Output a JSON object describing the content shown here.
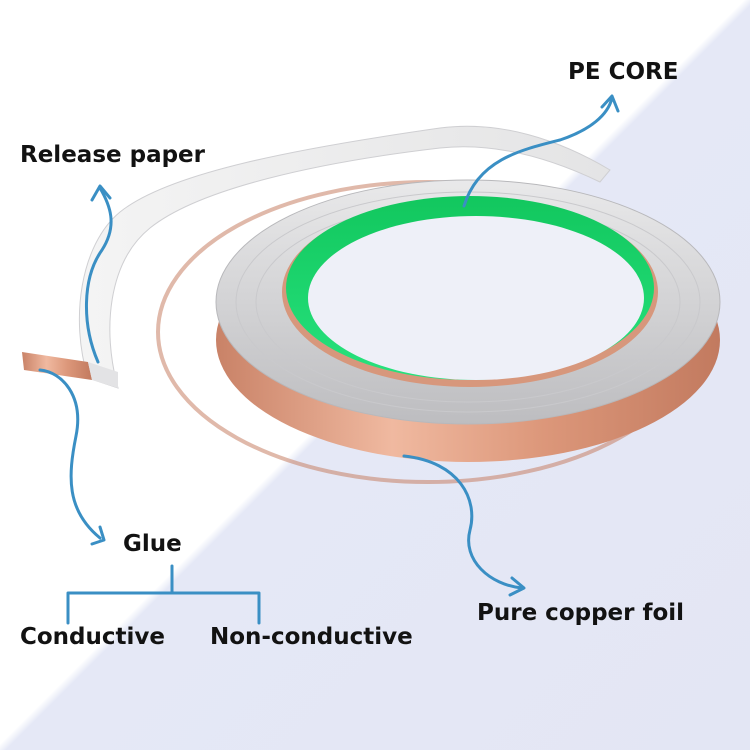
{
  "labels": {
    "release_paper": "Release paper",
    "pe_core": "PE CORE",
    "glue": "Glue",
    "conductive": "Conductive",
    "non_conductive": "Non-conductive",
    "pure_copper_foil": "Pure copper foil"
  },
  "colors": {
    "arrow": "#3a8fc4",
    "copper": "#d99478",
    "pe_core": "#19d16a",
    "background_shade": "#e4e7f5"
  }
}
